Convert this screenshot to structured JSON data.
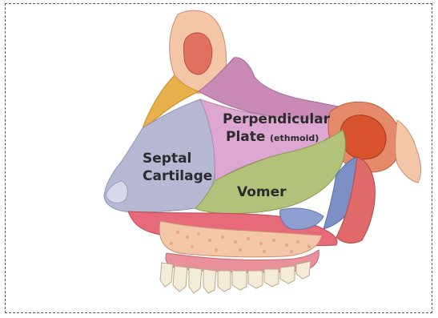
{
  "labels": {
    "perpendicular_line1": "Perpendicular",
    "perpendicular_line2": "Plate",
    "perpendicular_sub": "(ethmoid)",
    "septal_line1": "Septal",
    "septal_line2": "Cartilage",
    "vomer": "Vomer"
  },
  "colors": {
    "frontal_bone": "#e8b04a",
    "frontal_sinus": "#e07060",
    "nasal_bone": "#c98ab5",
    "perpendicular_plate": "#dca7d0",
    "septal_cartilage": "#b7b9d4",
    "vomer": "#b3c27a",
    "sphenoid": "#e58a6a",
    "sphenoid_sinus": "#d9532f",
    "palate": "#e66a7a",
    "bone_texture": "#f3c6a8",
    "teeth": "#f4ecd8",
    "gum": "#e9909a",
    "premaxilla_blue": "#7c8fc4"
  }
}
